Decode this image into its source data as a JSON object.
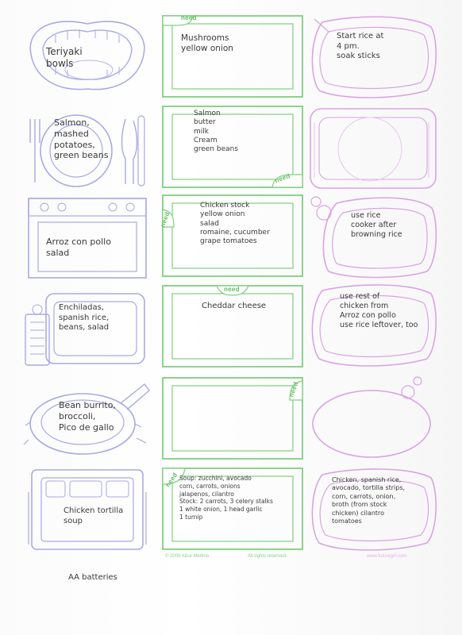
{
  "meals": [
    {
      "icon": "mouth-icon",
      "meal": "Teriyaki\nbowls",
      "need": "Mushrooms\nyellow onion",
      "note": "Start rice at\n4 pm.\nsoak sticks",
      "need_tab": "need",
      "need_tab_pos": "top"
    },
    {
      "icon": "plate-icon",
      "meal": "Salmon,\nmashed\npotatoes,\ngreen beans",
      "need": "Salmon\nbutter\nmilk\nCream\ngreen beans",
      "note": "",
      "need_tab": "need",
      "need_tab_pos": "bottom-right"
    },
    {
      "icon": "stove-icon",
      "meal": "Arroz con pollo\nsalad",
      "need": "Chicken stock\nyellow onion\nsalad\nromaine, cucumber\ngrape tomatoes",
      "note": "use rice\ncooker after\nbrowning rice",
      "need_tab": "need",
      "need_tab_pos": "left"
    },
    {
      "icon": "tv-icon",
      "meal": "Enchiladas,\nspanish rice,\nbeans, salad",
      "need": "Cheddar cheese",
      "note": "use rest of\nchicken from\nArroz con pollo\nuse rice leftover, too",
      "need_tab": "need",
      "need_tab_pos": "top"
    },
    {
      "icon": "pan-icon",
      "meal": "Bean burrito,\nbroccoli,\nPico de gallo",
      "need": "",
      "note": "",
      "need_tab": "need",
      "need_tab_pos": "right"
    },
    {
      "icon": "lunchbox-icon",
      "meal": "Chicken tortilla\nsoup",
      "need": "Soup: zucchini, avocado\ncorn, carrots, onions\njalapenos, cilantro\nStock: 2 carrots, 3 celery stalks\n1 white onion, 1 head garlic\n1 turnip",
      "note": "Chicken, spanish rice,\navocado, tortilla strips,\ncorn, carrots, onion,\nbroth (from stock\nchicken) cilantro\ntomatoes",
      "need_tab": "need",
      "need_tab_pos": "top-left"
    }
  ],
  "footer": {
    "copyright": "© 2008 Alice Merlino",
    "rights": "All rights reserved.",
    "site": "www.futuregirl.com"
  },
  "bottom_note": "AA batteries",
  "colors": {
    "meal_outline": "#a9a9e6",
    "need_outline": "#7fcf7f",
    "note_outline": "#d9a3e3",
    "ink": "#3a3a3a"
  }
}
